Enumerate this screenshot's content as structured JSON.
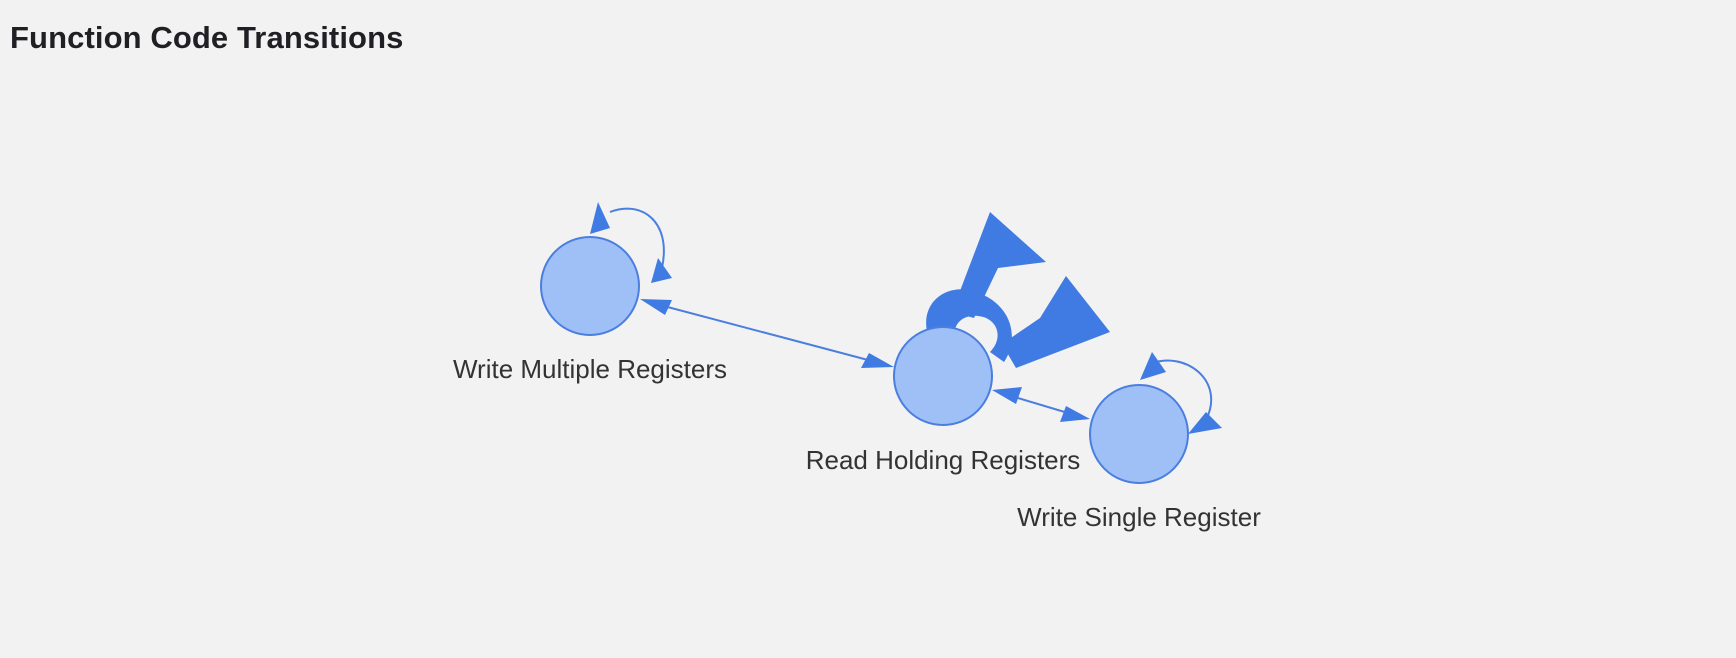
{
  "page": {
    "title": "Function Code Transitions"
  },
  "diagram": {
    "nodes": [
      {
        "id": "wmr",
        "label": "Write Multiple Registers"
      },
      {
        "id": "rhr",
        "label": "Read Holding Registers"
      },
      {
        "id": "wsr",
        "label": "Write Single Register"
      }
    ],
    "edges": [
      {
        "from": "wmr",
        "to": "rhr",
        "bidirectional": true
      },
      {
        "from": "rhr",
        "to": "wsr",
        "bidirectional": true
      },
      {
        "from": "wmr",
        "to": "wmr",
        "self_loop": true
      },
      {
        "from": "rhr",
        "to": "rhr",
        "self_loop": true,
        "emphasis": "heavy"
      },
      {
        "from": "wsr",
        "to": "wsr",
        "self_loop": true
      }
    ],
    "colors": {
      "node_fill": "#9fbff7",
      "node_stroke": "#4a7fe0",
      "edge": "#4a7fe0",
      "arrow": "#3f7be3",
      "background": "#f2f2f2"
    }
  }
}
